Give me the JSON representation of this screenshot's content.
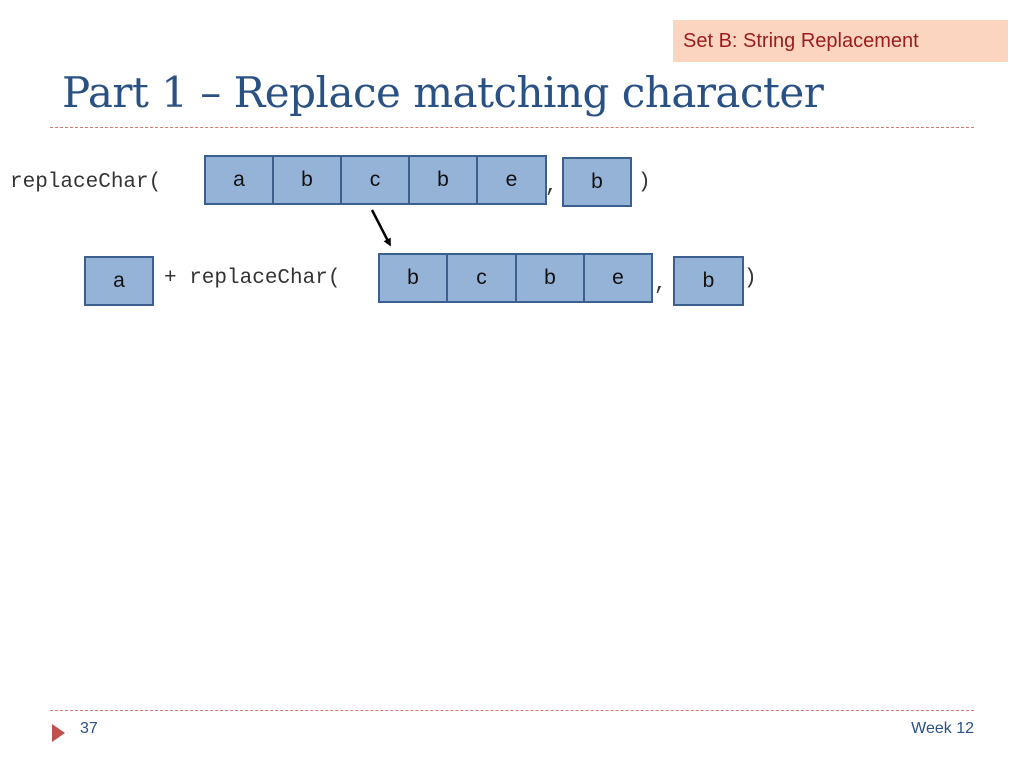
{
  "header": {
    "tag": "Set B: String Replacement",
    "title": "Part 1 – Replace matching character"
  },
  "row1": {
    "call_open": "replaceChar(",
    "cells": [
      "a",
      "b",
      "c",
      "b",
      "e"
    ],
    "comma": ",",
    "target": "b",
    "close": ")"
  },
  "row2": {
    "prefix_cell": "a",
    "plus_call": "+ replaceChar(",
    "cells": [
      "b",
      "c",
      "b",
      "e"
    ],
    "comma": ",",
    "target": "b",
    "close": ")"
  },
  "footer": {
    "page_number": "37",
    "week": "Week 12"
  },
  "colors": {
    "cell_fill": "#95b3d7",
    "cell_border": "#3b5f8f",
    "title": "#2a5183",
    "tag_bg": "#fbd5bf",
    "tag_text": "#9b1c1c"
  }
}
